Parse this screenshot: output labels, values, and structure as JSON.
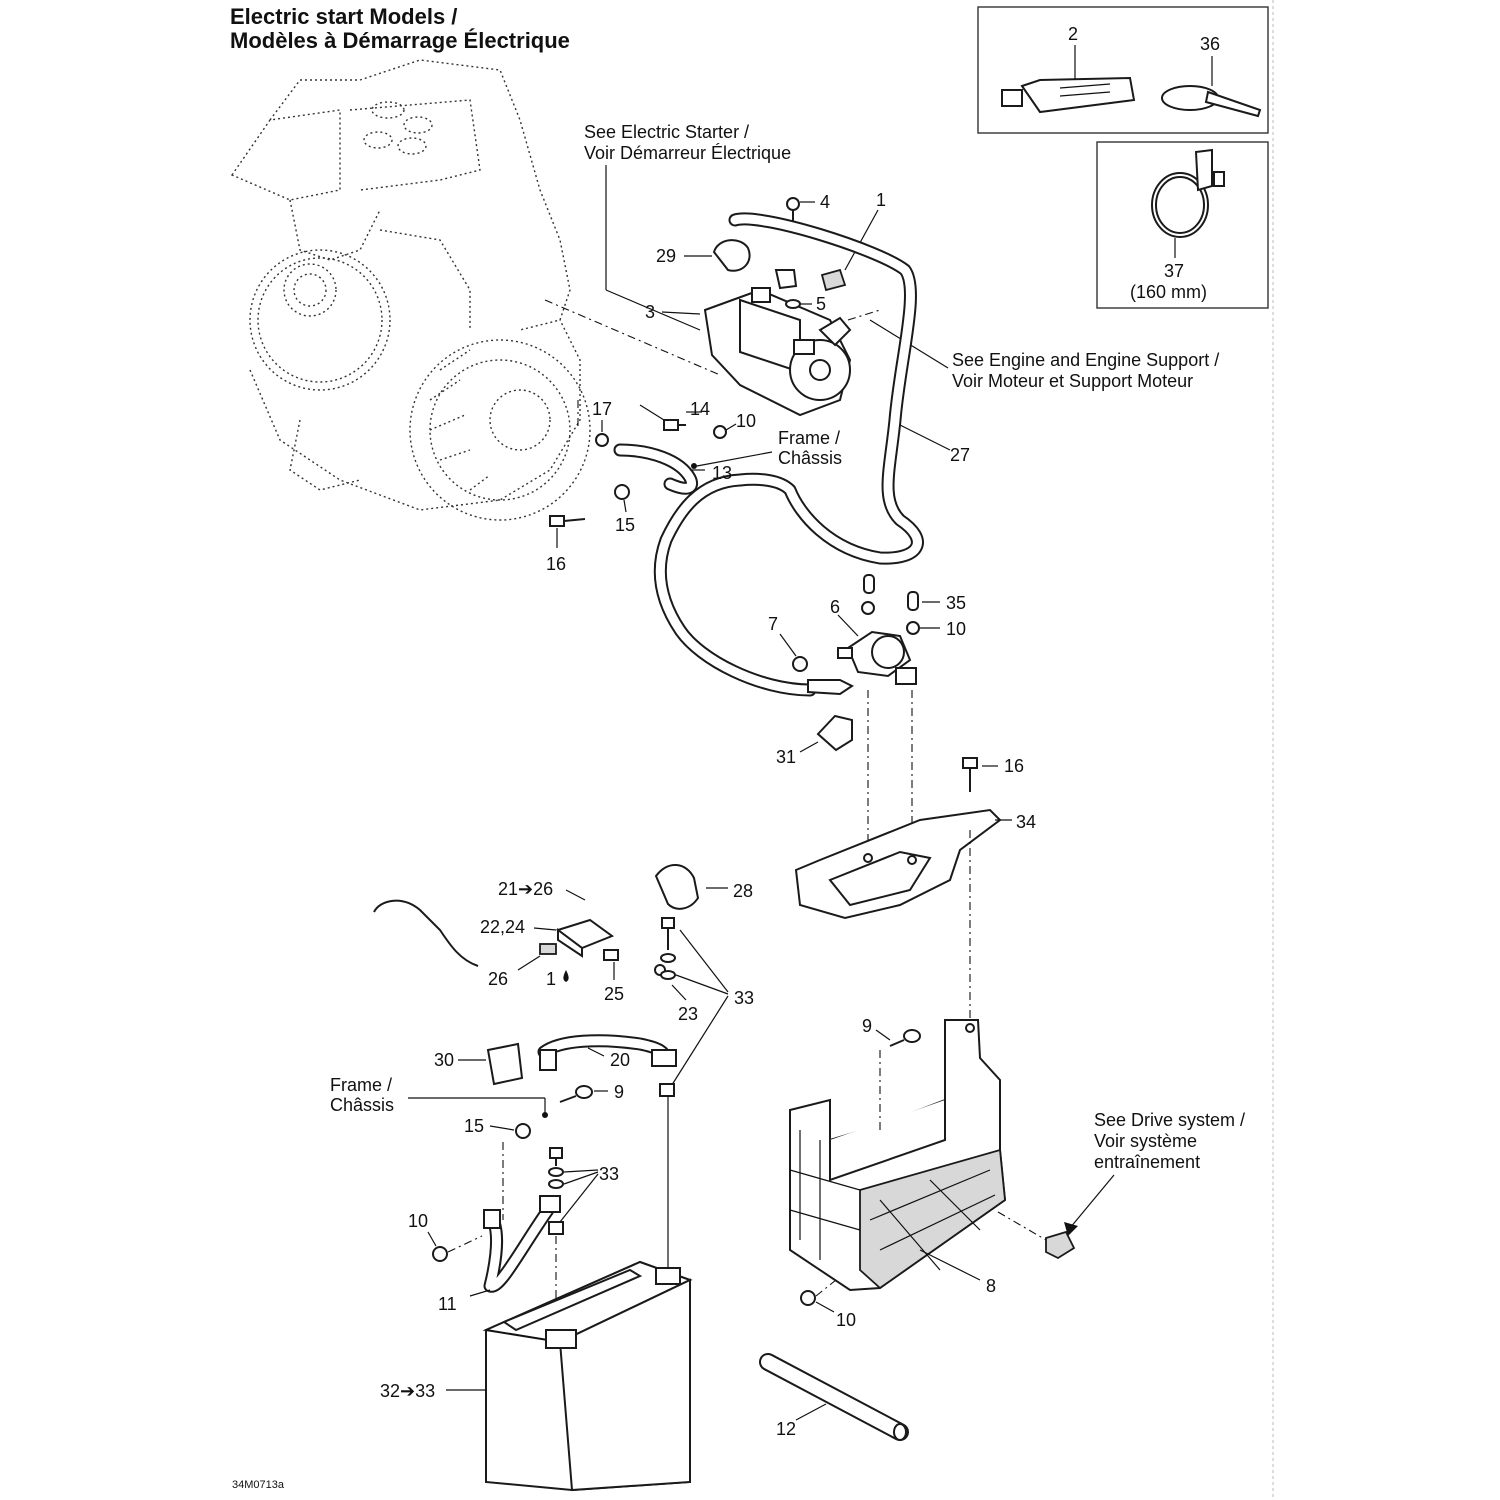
{
  "title": {
    "line1": "Electric start Models /",
    "line2": "Modèles à Démarrage Électrique"
  },
  "notes": {
    "starter_line1": "See Electric Starter /",
    "starter_line2": "Voir Démarreur Électrique",
    "engine_line1": "See Engine and Engine Support /",
    "engine_line2": "Voir Moteur et Support Moteur",
    "frame1_line1": "Frame /",
    "frame1_line2": "Châssis",
    "frame2_line1": "Frame /",
    "frame2_line2": "Châssis",
    "drive_line1": "See Drive system /",
    "drive_line2": "Voir système",
    "drive_line3": "entraînement"
  },
  "inset": {
    "clamp_size": "(160 mm)"
  },
  "callouts": {
    "c1": "1",
    "c1b": "1",
    "c2": "2",
    "c3": "3",
    "c4": "4",
    "c5": "5",
    "c6": "6",
    "c7": "7",
    "c8": "8",
    "c9a": "9",
    "c9b": "9",
    "c10a": "10",
    "c10b": "10",
    "c10c": "10",
    "c10d": "10",
    "c11": "11",
    "c12": "12",
    "c13": "13",
    "c14": "14",
    "c15a": "15",
    "c15b": "15",
    "c16a": "16",
    "c16b": "16",
    "c17": "17",
    "c20": "20",
    "c21": "21➔26",
    "c22": "22,24",
    "c23": "23",
    "c25": "25",
    "c26": "26",
    "c27": "27",
    "c28": "28",
    "c29": "29",
    "c30": "30",
    "c31": "31",
    "c32": "32➔33",
    "c33a": "33",
    "c33b": "33",
    "c34": "34",
    "c35": "35",
    "c36": "36",
    "c37": "37"
  },
  "drawing_code": "34M0713a"
}
